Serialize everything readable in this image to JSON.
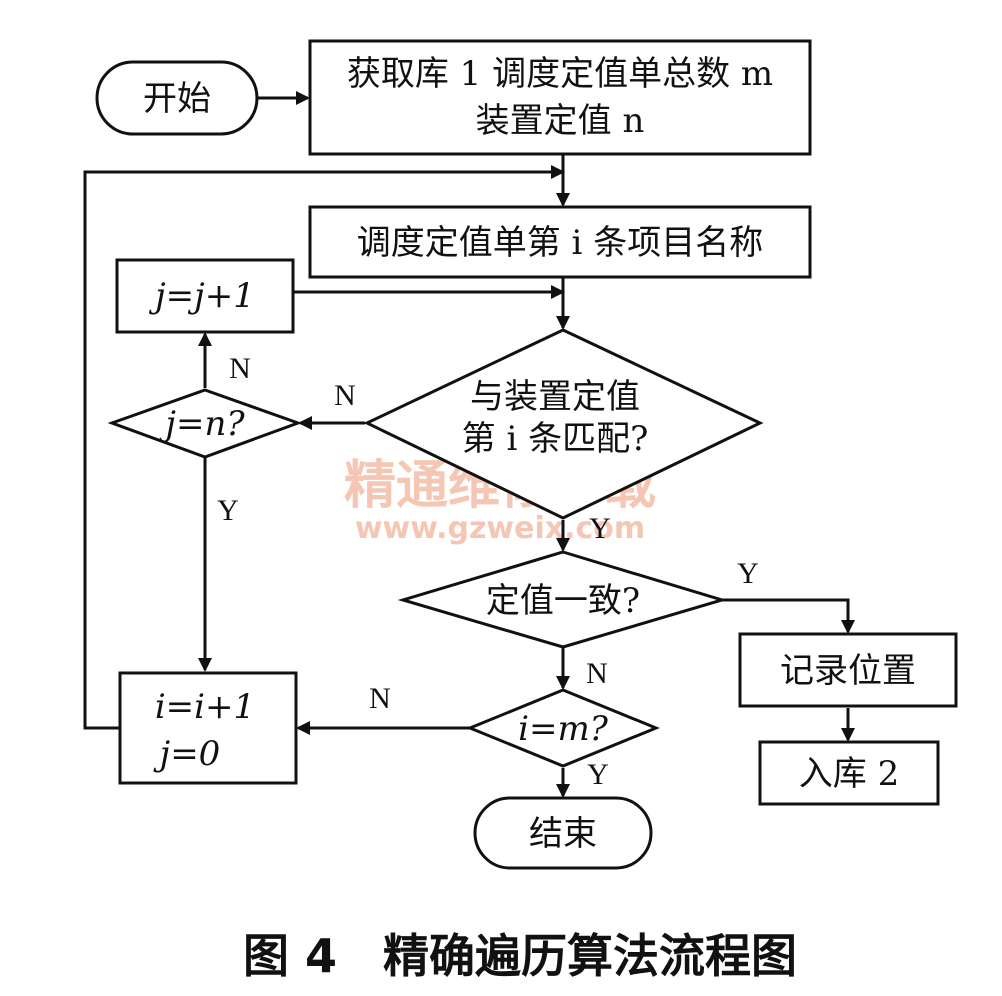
{
  "nodes": {
    "start": "开始",
    "get_total": "获取库 1 调度定值单总数 m",
    "device_values": "装置定值 n",
    "item_name": "调度定值单第 i 条项目名称",
    "j_inc": "j=j+1",
    "match_line1": "与装置定值",
    "match_line2": "第 i 条匹配?",
    "j_eq_n": "j=n?",
    "value_equal": "定值一致?",
    "record_pos": "记录位置",
    "store_lib2": "入库 2",
    "i_inc": "i=i+1",
    "j_reset": "j=0",
    "i_eq_m": "i=m?",
    "end": "结束"
  },
  "edge_labels": {
    "j_eq_n_no": "N",
    "match_no": "N",
    "j_eq_n_yes": "Y",
    "match_yes": "Y",
    "value_equal_yes": "Y",
    "value_equal_no": "N",
    "i_eq_m_no": "N",
    "i_eq_m_yes": "Y"
  },
  "watermark": {
    "line1": "精通维修下载",
    "line2": "www.gzweix.com"
  },
  "caption": "图 4　精确遍历算法流程图"
}
